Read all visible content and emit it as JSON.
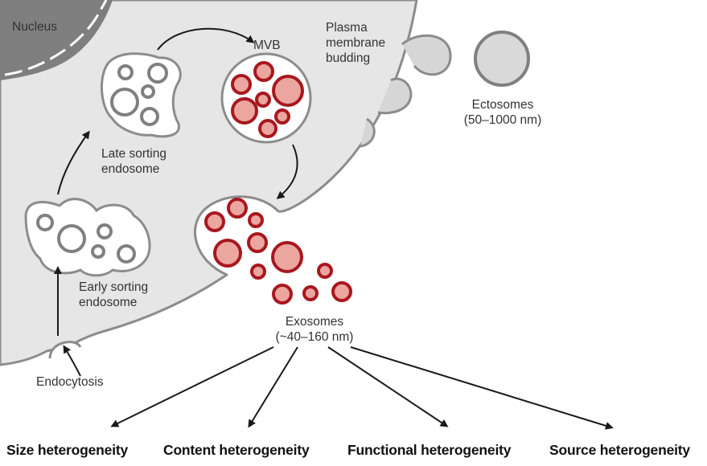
{
  "labels": {
    "nucleus": "Nucleus",
    "mvb": "MVB",
    "plasma_membrane_budding": [
      "Plasma",
      "membrane",
      "budding"
    ],
    "ectosomes": [
      "Ectosomes",
      "(50–1000 nm)"
    ],
    "late_sorting_endosome": [
      "Late sorting",
      "endosome"
    ],
    "early_sorting_endosome": [
      "Early sorting",
      "endosome"
    ],
    "exosomes": [
      "Exosomes",
      "(~40–160 nm)"
    ],
    "endocytosis": "Endocytosis"
  },
  "heterogeneity": [
    "Size heterogeneity",
    "Content heterogeneity",
    "Functional heterogeneity",
    "Source heterogeneity"
  ],
  "colors": {
    "cell_fill": "#e6e6e6",
    "cell_outline": "#8c8c8c",
    "nucleus_fill": "#7f7f7f",
    "vesicle_gray_stroke": "#808080",
    "exosome_stroke": "#a8171f",
    "exosome_fill": "#eba69f",
    "arrow": "#1a1a1a"
  }
}
